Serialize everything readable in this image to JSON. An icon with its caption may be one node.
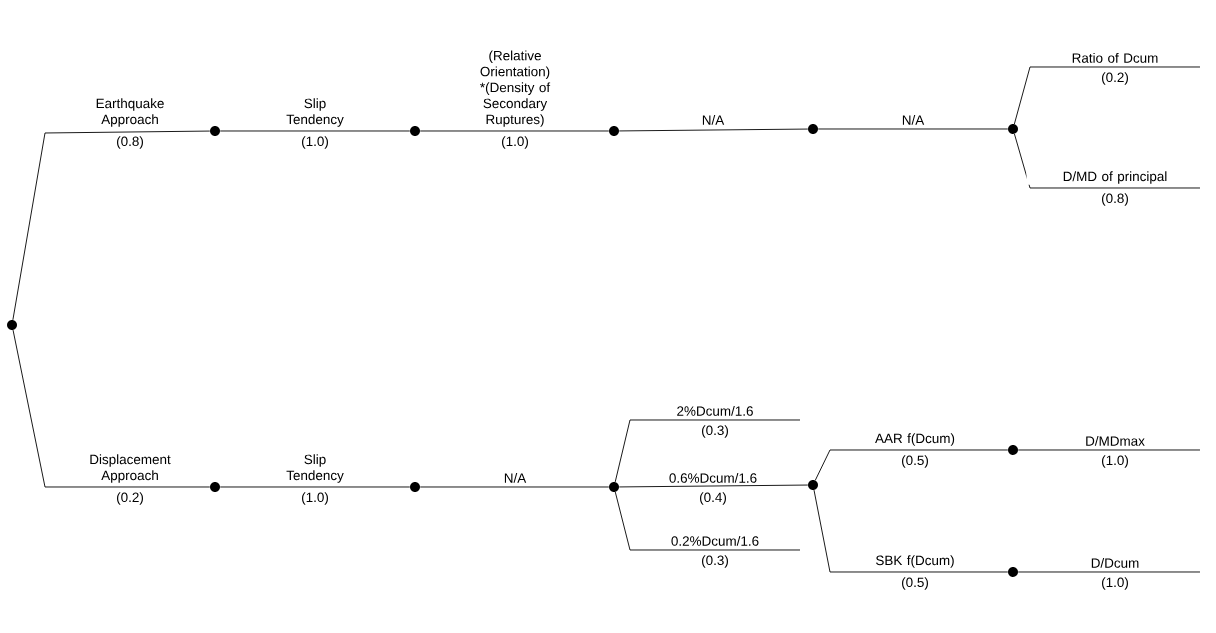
{
  "diagram": {
    "nodes": [
      {
        "text": [],
        "shape": "circle"
      },
      {
        "text": [],
        "shape": "circle"
      },
      {
        "text": [],
        "shape": "circle"
      },
      {
        "text": [],
        "shape": "circle"
      },
      {
        "text": [],
        "shape": "circle"
      },
      {
        "text": [],
        "shape": "circle"
      },
      {
        "text": [],
        "shape": "circle"
      },
      {
        "text": [],
        "shape": "circle"
      },
      {
        "text": [],
        "shape": "circle"
      },
      {
        "text": [],
        "shape": "circle"
      },
      {
        "text": [],
        "shape": "circle"
      },
      {
        "text": [],
        "shape": "circle"
      }
    ],
    "edges": [
      {
        "from": 0,
        "to": 1,
        "arrow": "none",
        "label": "Earthquake Approach"
      },
      {
        "from": 1,
        "to": 2,
        "arrow": "none",
        "label": "Slip Tendency"
      },
      {
        "from": 2,
        "to": 3,
        "arrow": "none",
        "label": "(Relative Orientation) *(Density of Secondary Ruptures)"
      },
      {
        "from": 3,
        "to": 4,
        "arrow": "none",
        "label": "N/A"
      },
      {
        "from": 4,
        "to": 5,
        "arrow": "none",
        "label": "N/A"
      },
      {
        "from": 5,
        "to": null,
        "arrow": "none",
        "label": "Ratio of Dcum"
      },
      {
        "from": 5,
        "to": null,
        "arrow": "none",
        "label": "D/MD of principal"
      },
      {
        "from": 0,
        "to": 6,
        "arrow": "none",
        "label": "Displacement Approach"
      },
      {
        "from": 6,
        "to": 7,
        "arrow": "none",
        "label": "Slip Tendency"
      },
      {
        "from": 7,
        "to": 8,
        "arrow": "none",
        "label": "N/A"
      },
      {
        "from": 8,
        "to": null,
        "arrow": "none",
        "label": "2%Dcum/1.6"
      },
      {
        "from": 8,
        "to": 9,
        "arrow": "none",
        "label": "0.6%Dcum/1.6"
      },
      {
        "from": 8,
        "to": null,
        "arrow": "none",
        "label": "0.2%Dcum/1.6"
      },
      {
        "from": 9,
        "to": 10,
        "arrow": "none",
        "label": "AAR f(Dcum)"
      },
      {
        "from": 9,
        "to": 11,
        "arrow": "none",
        "label": "SBK f(Dcum)"
      },
      {
        "from": 10,
        "to": null,
        "arrow": "none",
        "label": "D/MDmax"
      },
      {
        "from": 11,
        "to": null,
        "arrow": "none",
        "label": "D/Dcum"
      }
    ],
    "labels": [
      "(0.8)",
      "(1.0)",
      "(1.0)",
      "(0.2)",
      "(0.8)",
      "(0.2)",
      "(1.0)",
      "(0.3)",
      "(0.4)",
      "(0.3)",
      "(0.5)",
      "(0.5)",
      "(1.0)",
      "(1.0)"
    ]
  }
}
